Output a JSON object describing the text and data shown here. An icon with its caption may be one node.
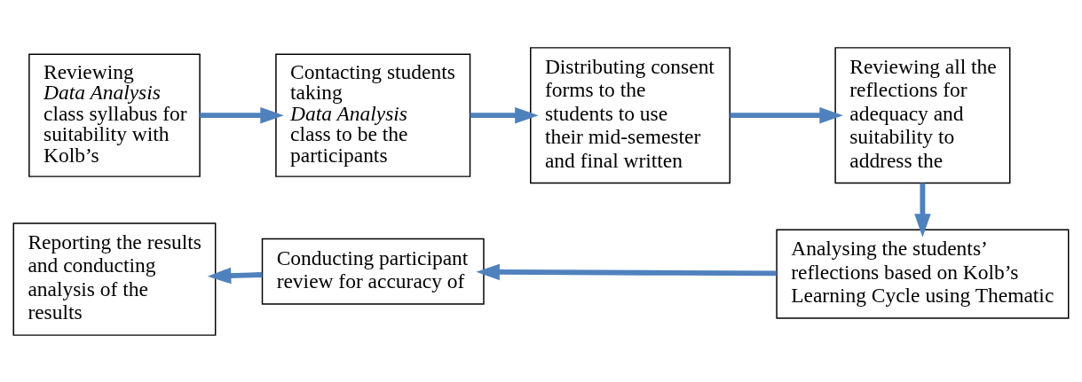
{
  "diagram": {
    "nodes": [
      {
        "text": [
          "Reviewing *Data Analysis* class syllabus for suitability with Kolb’s"
        ]
      },
      {
        "text": [
          "Contacting students taking *Data Analysis* class to be the participants"
        ]
      },
      {
        "text": [
          "Distributing consent forms to the students to use their mid-semester and final written"
        ]
      },
      {
        "text": [
          "Reviewing all the reflections for adequacy and suitability to address the"
        ]
      },
      {
        "text": [
          "Analysing the students’ reflections based on Kolb’s Learning Cycle using Thematic"
        ]
      },
      {
        "text": [
          "Conducting participant review for accuracy of"
        ]
      },
      {
        "text": [
          "Reporting the results and conducting analysis of the results"
        ]
      }
    ],
    "edges": [
      {
        "from": 0,
        "to": 1,
        "arrow": "to"
      },
      {
        "from": 1,
        "to": 2,
        "arrow": "to"
      },
      {
        "from": 2,
        "to": 3,
        "arrow": "to"
      },
      {
        "from": 3,
        "to": 4,
        "arrow": "to"
      },
      {
        "from": 4,
        "to": 5,
        "arrow": "to"
      },
      {
        "from": 5,
        "to": 6,
        "arrow": "to"
      }
    ]
  }
}
